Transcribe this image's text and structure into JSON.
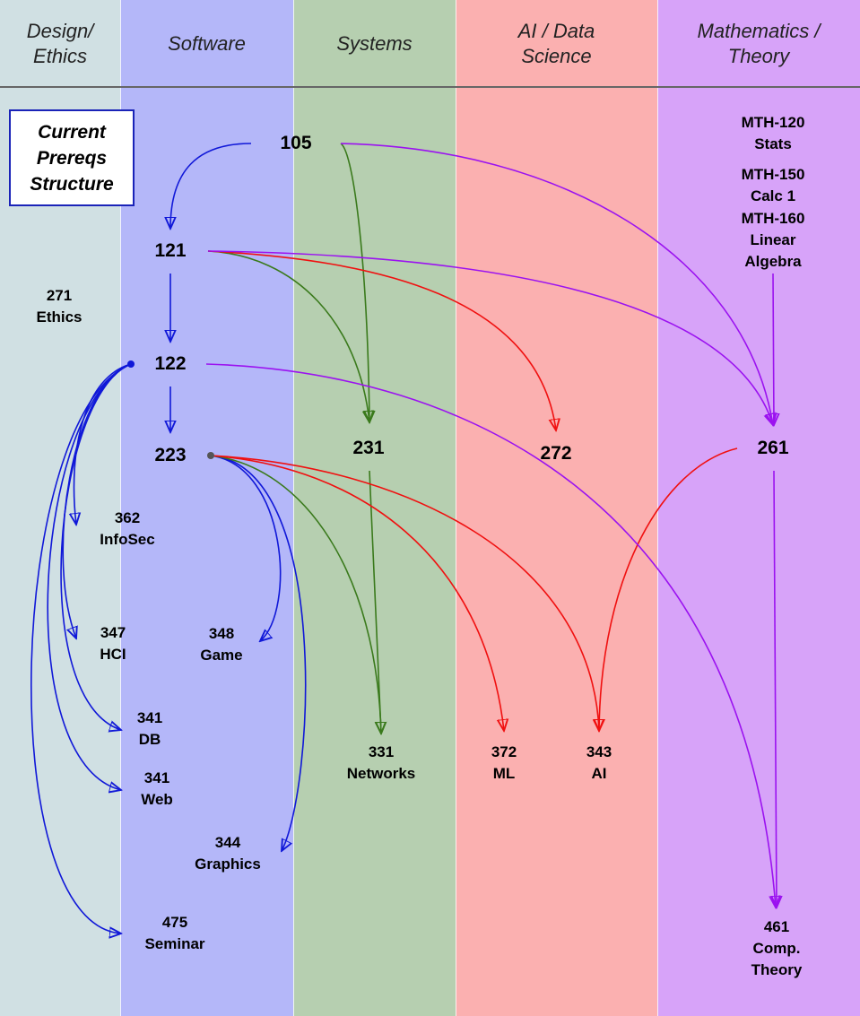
{
  "columns": [
    {
      "id": "design",
      "title": "Design/\nEthics",
      "color": "#d0e0e3"
    },
    {
      "id": "software",
      "title": "Software",
      "color": "#b4b7f9"
    },
    {
      "id": "systems",
      "title": "Systems",
      "color": "#b6cfb0"
    },
    {
      "id": "ai",
      "title": "AI / Data\nScience",
      "color": "#fbb0b0"
    },
    {
      "id": "math",
      "title": "Mathematics /\nTheory",
      "color": "#d7a3f9"
    }
  ],
  "legend": {
    "text": "Current\nPrereqs\nStructure",
    "border_color": "#1a23b8"
  },
  "nodes": {
    "n105": {
      "label": "105"
    },
    "n121": {
      "label": "121"
    },
    "n122": {
      "label": "122"
    },
    "n223": {
      "label": "223"
    },
    "n231": {
      "label": "231"
    },
    "n272": {
      "label": "272"
    },
    "n261": {
      "label": "261"
    },
    "n271": {
      "label": "271\nEthics"
    },
    "n362": {
      "label": "362\nInfoSec"
    },
    "n347": {
      "label": "347\nHCI"
    },
    "n348": {
      "label": "348\nGame"
    },
    "n341db": {
      "label": "341\nDB"
    },
    "n341web": {
      "label": "341\nWeb"
    },
    "n344": {
      "label": "344\nGraphics"
    },
    "n475": {
      "label": "475\nSeminar"
    },
    "n331": {
      "label": "331\nNetworks"
    },
    "n372": {
      "label": "372\nML"
    },
    "n343": {
      "label": "343\nAI"
    },
    "n461": {
      "label": "461\nComp.\nTheory"
    },
    "mth120": {
      "label": "MTH-120\nStats"
    },
    "mth150": {
      "label": "MTH-150\nCalc 1"
    },
    "mth160": {
      "label": "MTH-160\nLinear Algebra"
    }
  },
  "edge_colors": {
    "software": "#1018d8",
    "systems": "#3a7a1c",
    "ai": "#f01010",
    "math": "#9b12f0"
  },
  "edges": [
    {
      "from": "105",
      "to": "121",
      "color": "software"
    },
    {
      "from": "121",
      "to": "122",
      "color": "software"
    },
    {
      "from": "122",
      "to": "223",
      "color": "software"
    },
    {
      "from": "122",
      "to": "362 InfoSec",
      "color": "software"
    },
    {
      "from": "122",
      "to": "347 HCI",
      "color": "software"
    },
    {
      "from": "122",
      "to": "341 DB",
      "color": "software"
    },
    {
      "from": "122",
      "to": "341 Web",
      "color": "software"
    },
    {
      "from": "122",
      "to": "475 Seminar",
      "color": "software"
    },
    {
      "from": "223",
      "to": "348 Game",
      "color": "software"
    },
    {
      "from": "223",
      "to": "344 Graphics",
      "color": "software"
    },
    {
      "from": "105",
      "to": "231",
      "color": "systems"
    },
    {
      "from": "121",
      "to": "231",
      "color": "systems"
    },
    {
      "from": "231",
      "to": "331 Networks",
      "color": "systems"
    },
    {
      "from": "223",
      "to": "331 Networks",
      "color": "systems"
    },
    {
      "from": "121",
      "to": "272",
      "color": "ai"
    },
    {
      "from": "223",
      "to": "372 ML",
      "color": "ai"
    },
    {
      "from": "223",
      "to": "343 AI",
      "color": "ai"
    },
    {
      "from": "261",
      "to": "343 AI",
      "color": "ai"
    },
    {
      "from": "105",
      "to": "261",
      "color": "math"
    },
    {
      "from": "121",
      "to": "261",
      "color": "math"
    },
    {
      "from": "MTH-160 Linear Algebra",
      "to": "261",
      "color": "math"
    },
    {
      "from": "122",
      "to": "461 Comp. Theory",
      "color": "math"
    },
    {
      "from": "261",
      "to": "461 Comp. Theory",
      "color": "math"
    }
  ]
}
